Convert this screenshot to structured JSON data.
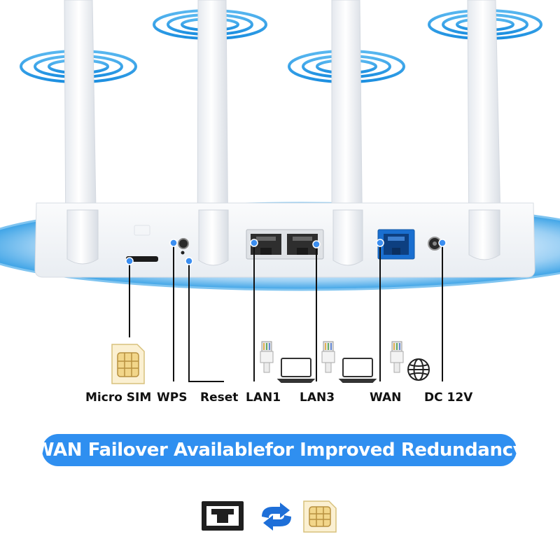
{
  "ports": {
    "sim": "Micro SIM",
    "wps": "WPS",
    "reset": "Reset",
    "lan1": "LAN1",
    "lan3": "LAN3",
    "wan": "WAN",
    "dc": "DC 12V"
  },
  "banner": {
    "text": "WAN Failover Availablefor Improved Redundancy"
  },
  "colors": {
    "accent": "#2f8ff0",
    "wan_port": "#1a6fd0",
    "marker": "#3b8ef0",
    "sim_gold": "#f2d68a"
  },
  "icons": {
    "ethernet": "ethernet-port-icon",
    "sync": "sync-arrows-icon",
    "sim": "sim-card-icon",
    "globe": "globe-icon",
    "laptop": "laptop-icon",
    "cable": "ethernet-cable-icon"
  }
}
